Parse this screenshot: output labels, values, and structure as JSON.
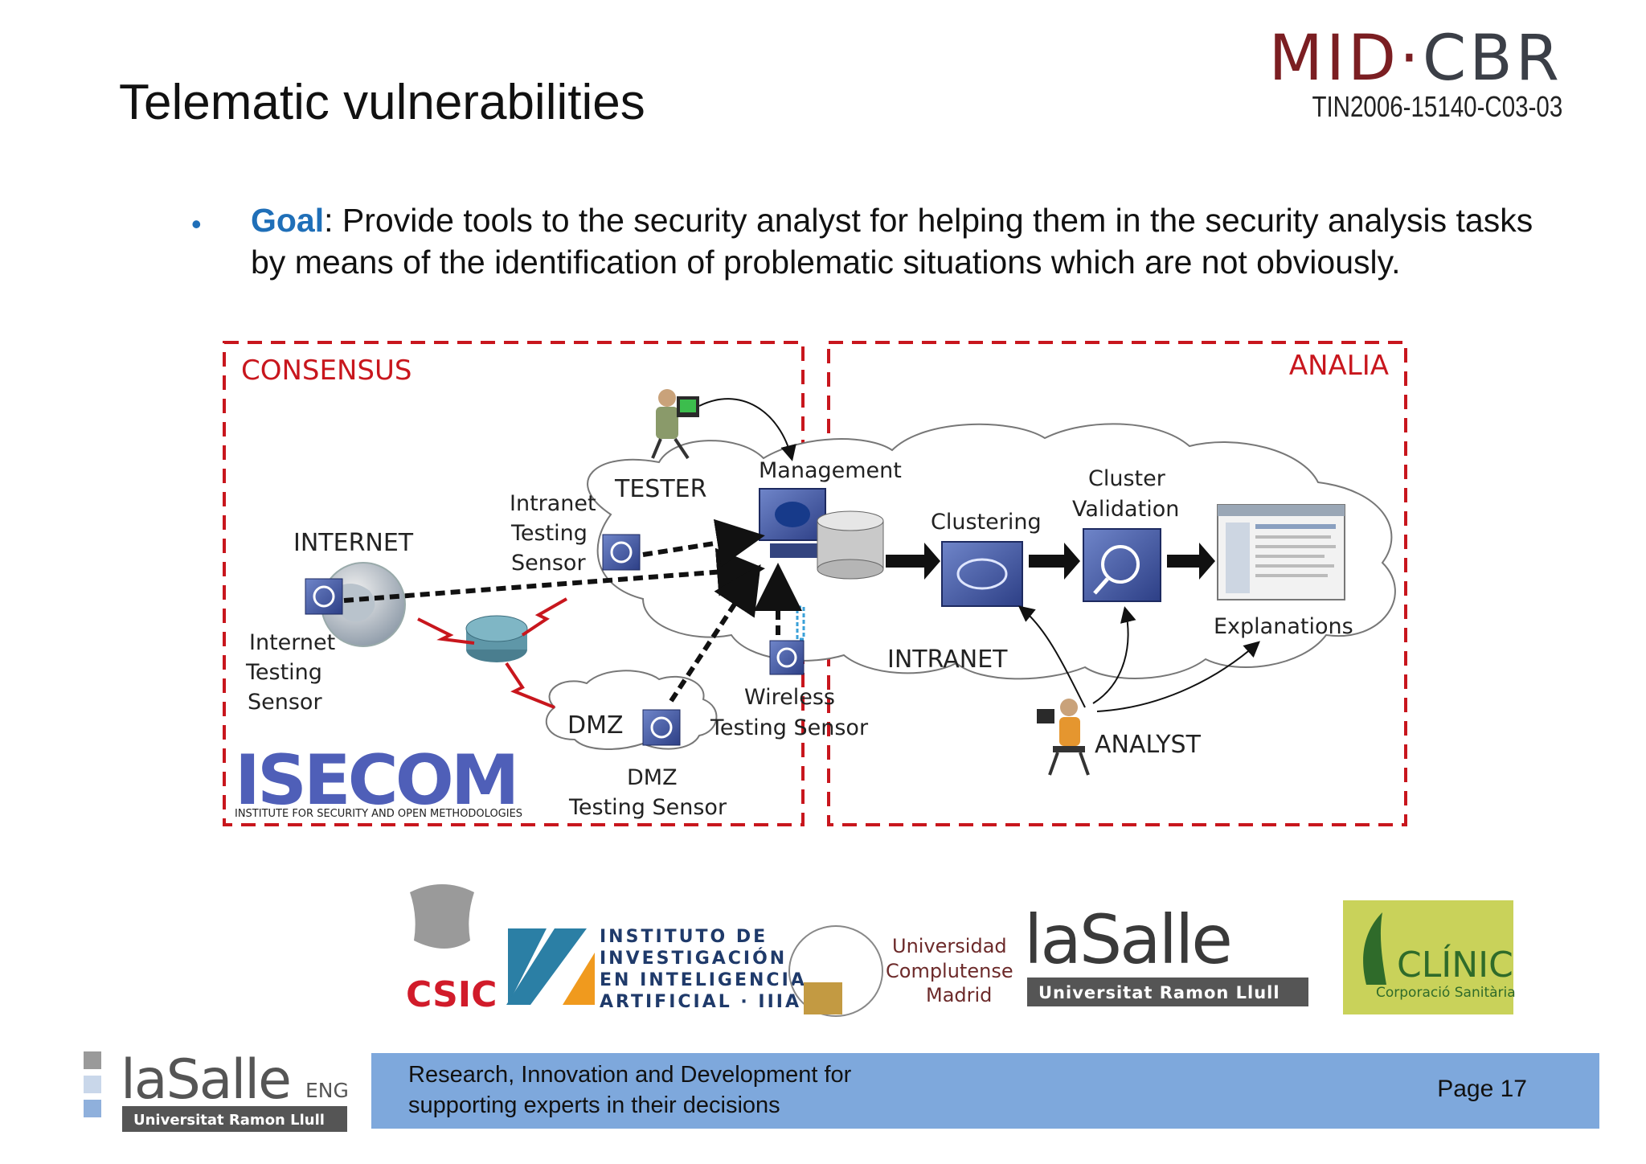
{
  "slide": {
    "title": "Telematic vulnerabilities",
    "logo": {
      "mid": "MID",
      "dot": "·",
      "cbr": "CBR"
    },
    "project_code": "TIN2006-15140-C03-03",
    "goal": {
      "label": "Goal",
      "text": ": Provide tools to the security analyst for helping them in the security analysis tasks by means of the identification of problematic situations which are not obviously."
    }
  },
  "diagram": {
    "consensus_label": "CONSENSUS",
    "analia_label": "ANALIA",
    "internet": "INTERNET",
    "internet_sensor": [
      "Internet",
      "Testing",
      "Sensor"
    ],
    "intranet_sensor": [
      "Intranet",
      "Testing",
      "Sensor"
    ],
    "tester": "TESTER",
    "management": "Management",
    "dmz": "DMZ",
    "dmz_sensor": [
      "DMZ",
      "Testing  Sensor"
    ],
    "wireless_sensor": [
      "Wireless",
      "Testing Sensor"
    ],
    "clustering": "Clustering",
    "cluster_validation": [
      "Cluster",
      "Validation"
    ],
    "explanations": "Explanations",
    "intranet": "INTRANET",
    "analyst": "ANALYST",
    "isecom": {
      "name": "ISECOM",
      "subtitle": "INSTITUTE FOR SECURITY AND OPEN METHODOLOGIES"
    }
  },
  "partners": {
    "csic": "CSIC",
    "iiia": [
      "INSTITUTO DE",
      "INVESTIGACIÓN",
      "EN INTELIGENCIA",
      "ARTIFICIAL · IIIA"
    ],
    "ucm": [
      "Universidad",
      "Complutense",
      "Madrid"
    ],
    "lasalle": {
      "name": "laSalle",
      "sub": "Universitat Ramon Llull"
    },
    "clinic": {
      "name": "CLÍNIC",
      "sub": "Corporació Sanitària"
    }
  },
  "footer": {
    "lasalle": "laSalle",
    "eng": "ENG",
    "university": "Universitat Ramon Llull",
    "tagline": [
      "Research, Innovation and Development for",
      "supporting experts in their decisions"
    ],
    "page": "Page 17"
  },
  "colors": {
    "accent_blue": "#1f6fb8",
    "dashed_red": "#c8161d",
    "footer_bar": "#7ea8dc",
    "logo_red": "#7b1e22"
  }
}
